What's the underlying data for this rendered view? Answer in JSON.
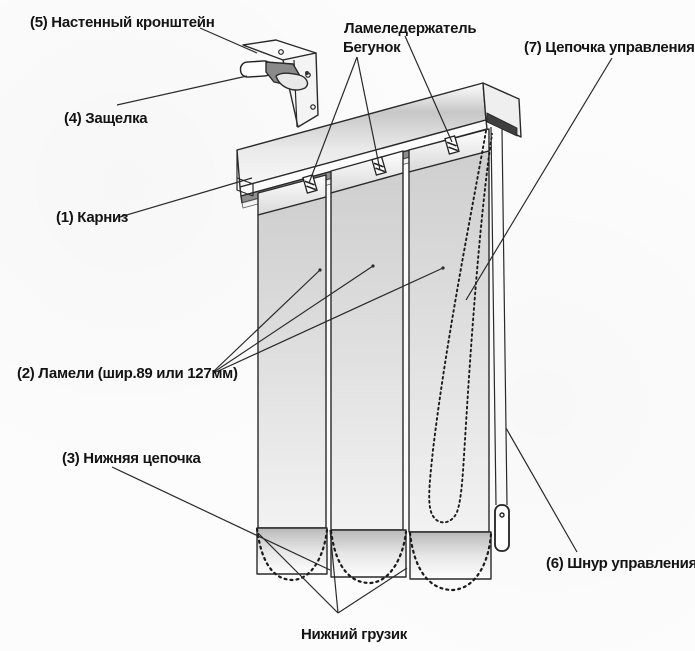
{
  "page": {
    "background": "#fcfcfc",
    "ink": "#1c1c1c"
  },
  "labels": {
    "wall_bracket": "(5) Настенный кронштейн",
    "latch": "(4) Защелка",
    "vane_holder": "Ламеледержатель",
    "runner": "Бегунок",
    "control_chain": "(7) Цепочка управления",
    "headrail": "(1) Карниз",
    "vanes": "(2) Ламели (шир.89 или 127мм)",
    "bottom_chain": "(3) Нижняя цепочка",
    "control_cord": "(6) Шнур управления",
    "bottom_weight": "Нижний грузик"
  }
}
